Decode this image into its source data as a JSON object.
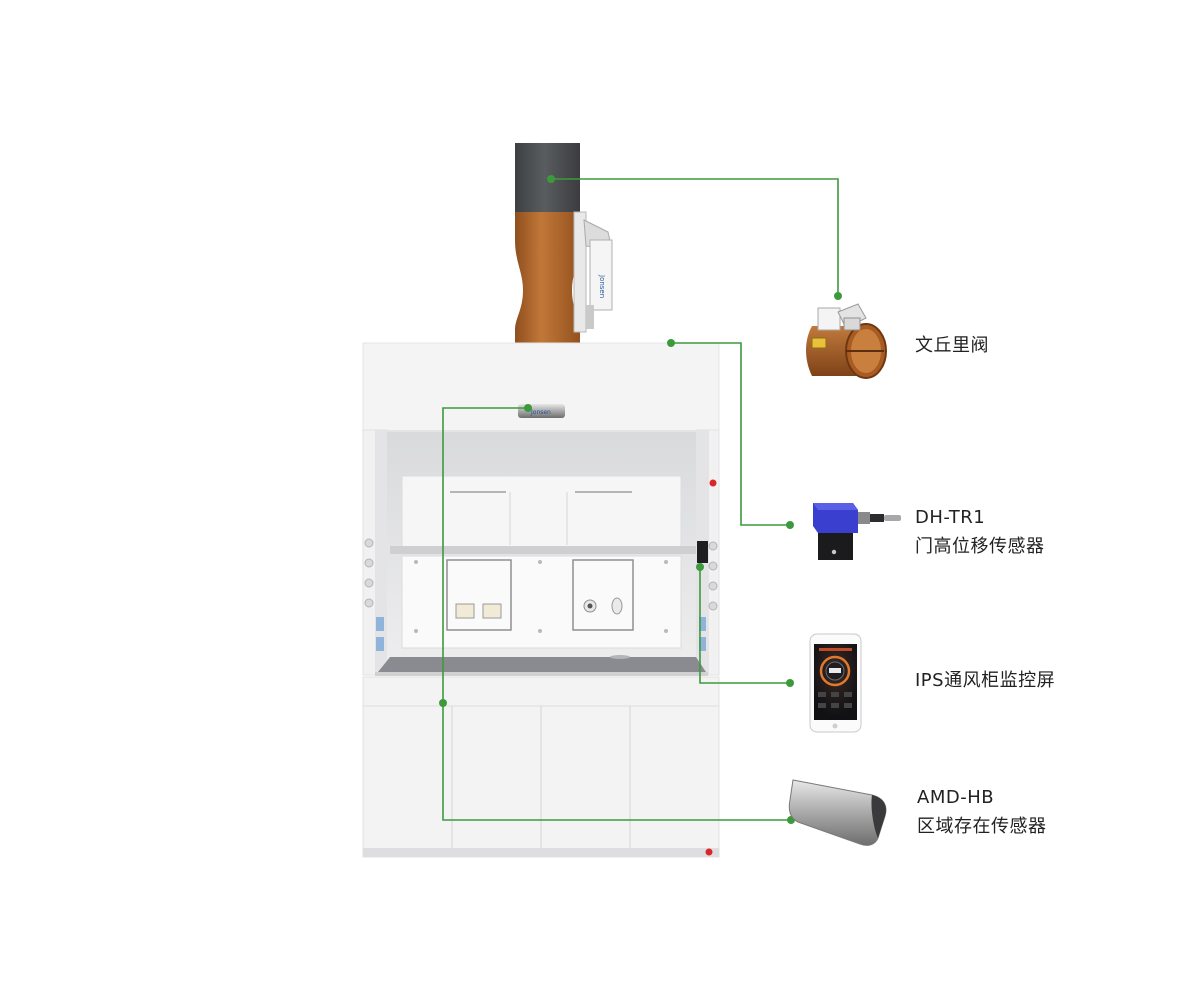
{
  "components": [
    {
      "id": "venturi-valve",
      "lines": [
        "文丘里阀"
      ]
    },
    {
      "id": "sash-sensor",
      "lines": [
        "DH-TR1",
        "门高位移传感器"
      ]
    },
    {
      "id": "monitor-screen",
      "lines": [
        "IPS通风柜监控屏"
      ]
    },
    {
      "id": "presence-sensor",
      "lines": [
        "AMD-HB",
        "区域存在传感器"
      ]
    }
  ],
  "brand_mark": "Jonsen",
  "colors": {
    "connector": "#3c9a3c",
    "duct_grey": "#4d5053",
    "duct_brown": "#b5692f",
    "cabinet_white": "#f3f3f4",
    "sensor_blue": "#3b3fd0",
    "status_red": "#d9262b"
  }
}
